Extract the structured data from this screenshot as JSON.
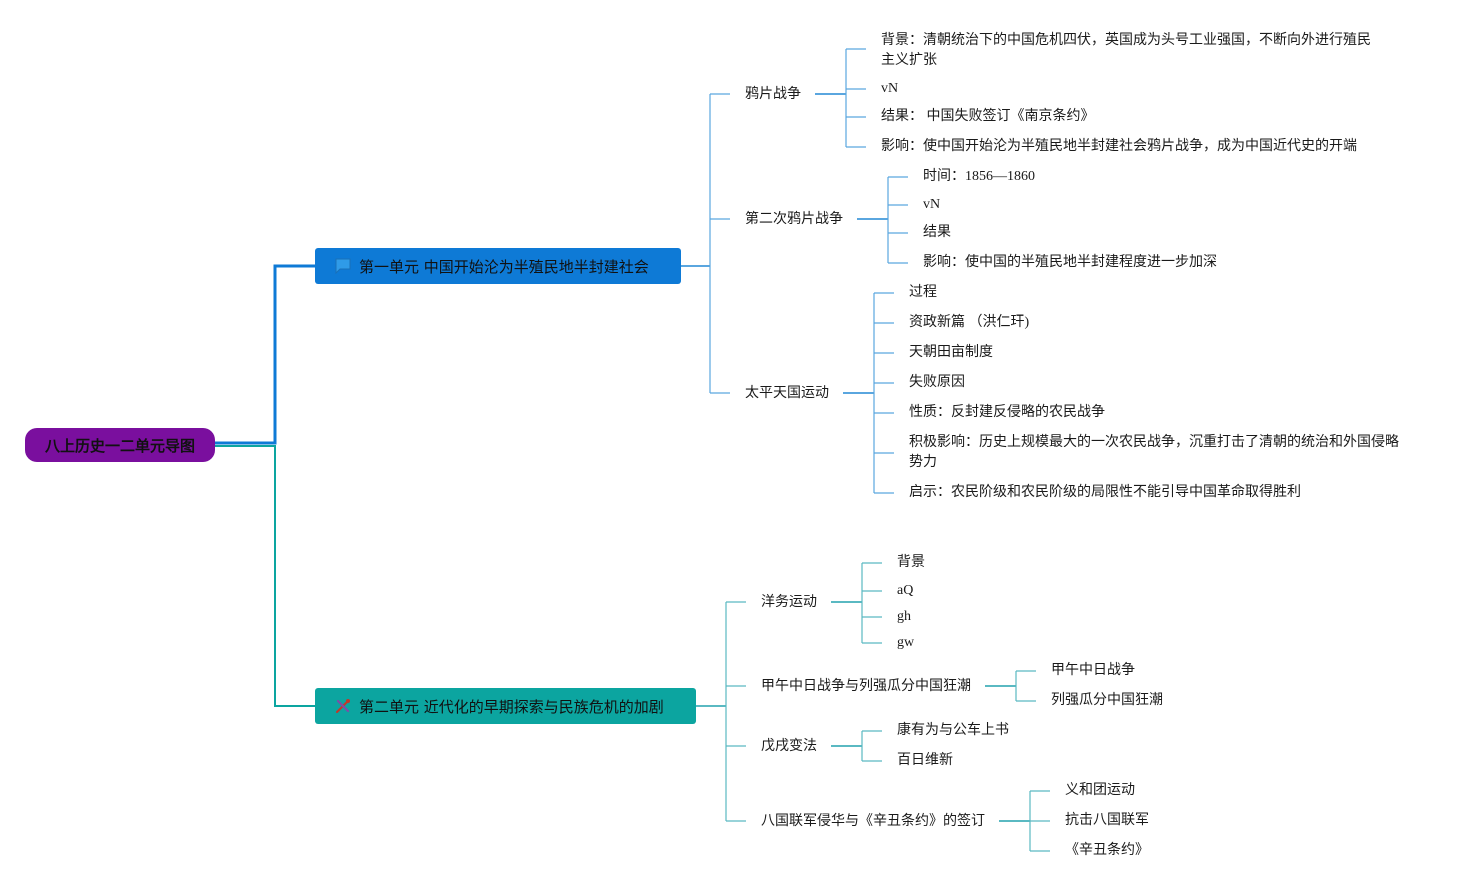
{
  "root": {
    "label": "八上历史一二单元导图"
  },
  "colors": {
    "root": "#7a0f9e",
    "unit1": "#0e7ad6",
    "unit2": "#0ca5a0",
    "line1": "#5aa6df",
    "line2": "#5ab9c2"
  },
  "units": [
    {
      "label": "第一单元 中国开始沦为半殖民地半封建社会",
      "icon": "flag-icon",
      "topics": [
        {
          "label": "鸦片战争",
          "children": [
            "背景：清朝统治下的中国危机四伏，英国成为头号工业强国，不断向外进行殖民主义扩张",
            "vN",
            "结果： 中国失败签订《南京条约》",
            "影响：使中国开始沦为半殖民地半封建社会鸦片战争，成为中国近代史的开端"
          ]
        },
        {
          "label": "第二次鸦片战争",
          "children": [
            "时间：1856—1860",
            "vN",
            "结果",
            "影响：使中国的半殖民地半封建程度进一步加深"
          ]
        },
        {
          "label": "太平天国运动",
          "children": [
            "过程",
            "资政新篇 （洪仁玕)",
            "天朝田亩制度",
            "失败原因",
            "性质：反封建反侵略的农民战争",
            "积极影响：历史上规模最大的一次农民战争，沉重打击了清朝的统治和外国侵略势力",
            "启示：农民阶级和农民阶级的局限性不能引导中国革命取得胜利"
          ]
        }
      ]
    },
    {
      "label": "第二单元 近代化的早期探索与民族危机的加剧",
      "icon": "tools-icon",
      "topics": [
        {
          "label": "洋务运动",
          "children": [
            "背景",
            "aQ",
            "gh",
            "gw"
          ]
        },
        {
          "label": "甲午中日战争与列强瓜分中国狂潮",
          "children": [
            "甲午中日战争",
            "列强瓜分中国狂潮"
          ]
        },
        {
          "label": "戊戌变法",
          "children": [
            "康有为与公车上书",
            "百日维新"
          ]
        },
        {
          "label": "八国联军侵华与《辛丑条约》的签订",
          "children": [
            "义和团运动",
            "抗击八国联军",
            "《辛丑条约》"
          ]
        }
      ]
    }
  ]
}
